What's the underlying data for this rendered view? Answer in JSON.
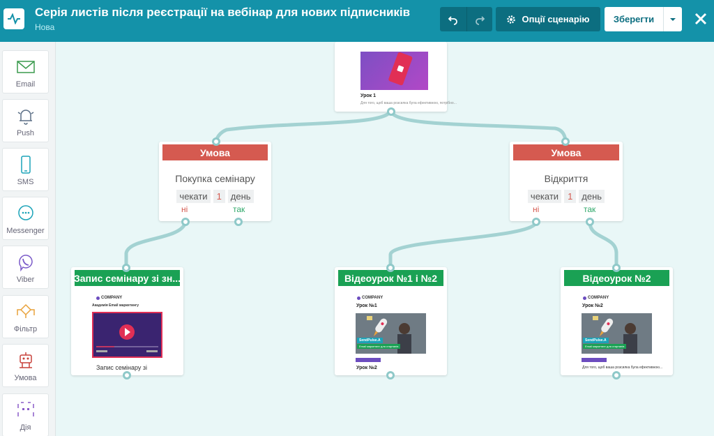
{
  "header": {
    "title": "Серія листів після реєстрації на вебінар для нових підписників",
    "status": "Нова",
    "options_label": "Опції сценарію",
    "save_label": "Зберегти",
    "brand_color": "#1492a9"
  },
  "sidebar": {
    "items": [
      {
        "label": "Email",
        "icon": "envelope-icon"
      },
      {
        "label": "Push",
        "icon": "bell-icon"
      },
      {
        "label": "SMS",
        "icon": "phone-icon"
      },
      {
        "label": "Messenger",
        "icon": "chat-icon"
      },
      {
        "label": "Viber",
        "icon": "viber-icon"
      },
      {
        "label": "Фільтр",
        "icon": "filter-icon"
      },
      {
        "label": "Умова",
        "icon": "robot-icon"
      },
      {
        "label": "Дія",
        "icon": "action-icon"
      }
    ]
  },
  "top_card": {
    "lesson": "Урок 1",
    "text": "Для того, щоб ваша розсилка була ефективною, потрібно..."
  },
  "conditions": [
    {
      "header": "Умова",
      "title": "Покупка семінару",
      "wait": "чекати",
      "amount": "1",
      "unit": "день",
      "no": "ні",
      "yes": "так"
    },
    {
      "header": "Умова",
      "title": "Відкриття",
      "wait": "чекати",
      "amount": "1",
      "unit": "день",
      "no": "ні",
      "yes": "так"
    }
  ],
  "mails": [
    {
      "header": "Запис семінару зі зн...",
      "company": "COMPANY",
      "line": "Академія Email маркетингу",
      "caption": "Запис семінару зі"
    },
    {
      "header": "Відеоурок №1 і №2",
      "company": "COMPANY",
      "lesson": "Урок №1",
      "banner": "SendPulse.A",
      "banner_sub": "Email маркетинг для стартапів",
      "lesson2": "Урок №2"
    },
    {
      "header": "Відеоурок №2",
      "company": "COMPANY",
      "lesson": "Урок №2",
      "banner": "SendPulse.A",
      "banner_sub": "Email маркетинг для стартапів",
      "text": "Для того, щоб ваша розсилка була ефективною..."
    }
  ],
  "colors": {
    "condition": "#d55a50",
    "mail": "#1aa154",
    "link": "#a3d2d2"
  }
}
